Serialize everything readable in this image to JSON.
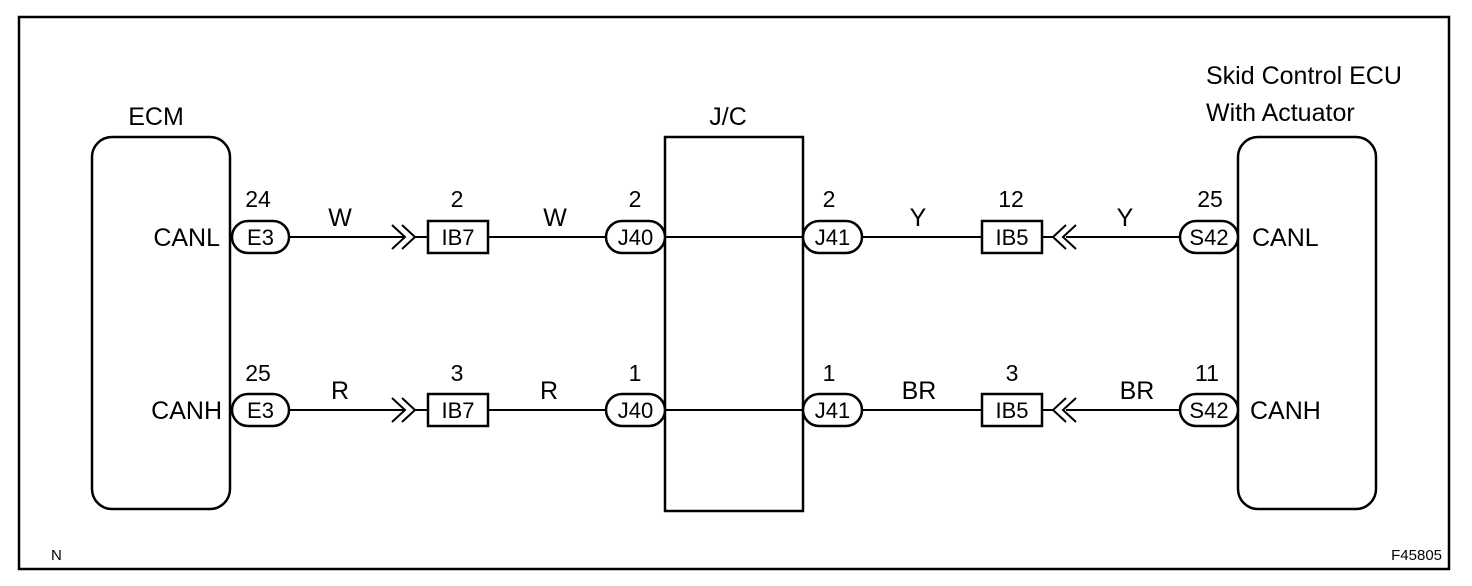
{
  "components": {
    "ecm": {
      "title": "ECM",
      "pin_canl": "CANL",
      "pin_canh": "CANH"
    },
    "jc": {
      "title": "J/C"
    },
    "skid": {
      "title_line1": "Skid Control ECU",
      "title_line2": "With Actuator",
      "pin_canl": "CANL",
      "pin_canh": "CANH"
    }
  },
  "row_canl": {
    "e3_pin": "24",
    "e3_label": "E3",
    "wire1": "W",
    "ib7_pin": "2",
    "ib7_label": "IB7",
    "wire2": "W",
    "j40_pin": "2",
    "j40_label": "J40",
    "j41_pin": "2",
    "j41_label": "J41",
    "wire3": "Y",
    "ib5_pin": "12",
    "ib5_label": "IB5",
    "wire4": "Y",
    "s42_pin": "25",
    "s42_label": "S42"
  },
  "row_canh": {
    "e3_pin": "25",
    "e3_label": "E3",
    "wire1": "R",
    "ib7_pin": "3",
    "ib7_label": "IB7",
    "wire2": "R",
    "j40_pin": "1",
    "j40_label": "J40",
    "j41_pin": "1",
    "j41_label": "J41",
    "wire3": "BR",
    "ib5_pin": "3",
    "ib5_label": "IB5",
    "wire4": "BR",
    "s42_pin": "11",
    "s42_label": "S42"
  },
  "footer": {
    "left_mark": "N",
    "figure_id": "F45805"
  }
}
